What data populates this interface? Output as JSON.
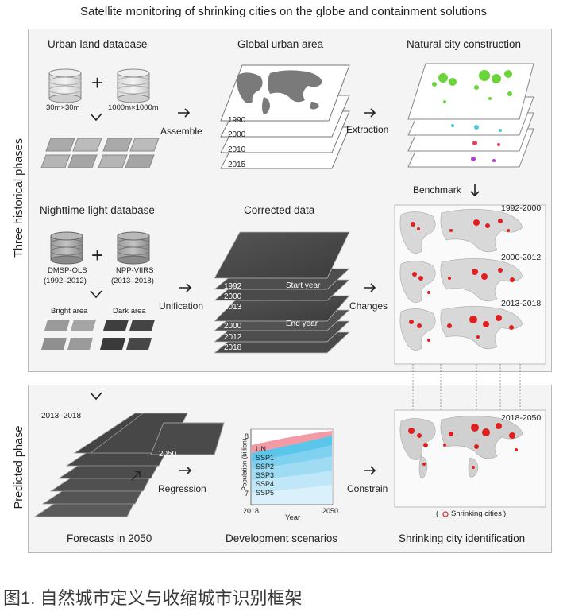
{
  "title": "Satellite monitoring of shrinking cities on the globe and containment solutions",
  "side_labels": {
    "historical": "Three historical phases",
    "predicted": "Predicted phase"
  },
  "urban_land": {
    "heading": "Urban land database",
    "res_fine": "30m×30m",
    "res_coarse": "1000m×1000m"
  },
  "global_urban": {
    "heading": "Global urban area",
    "years": [
      "1990",
      "2000",
      "2010",
      "2015"
    ]
  },
  "natural_city": {
    "heading": "Natural city construction"
  },
  "arrows": {
    "assemble": "Assemble",
    "extraction": "Extraction",
    "benchmark": "Benchmark",
    "unification": "Unification",
    "changes": "Changes",
    "regression": "Regression",
    "constrain": "Constrain"
  },
  "nightlight": {
    "heading": "Nighttime light database",
    "dmsp": "DMSP-OLS",
    "dmsp_years": "(1992–2012)",
    "npp": "NPP-VIIRS",
    "npp_years": "(2013–2018)",
    "bright": "Bright area",
    "dark": "Dark area"
  },
  "corrected": {
    "heading": "Corrected data",
    "start_label": "Start year",
    "end_label": "End year",
    "start_years": [
      "1992",
      "2000",
      "2013"
    ],
    "end_years": [
      "2000",
      "2012",
      "2018"
    ]
  },
  "phases": [
    "1992-2000",
    "2000-2012",
    "2013-2018",
    "2018-2050"
  ],
  "forecast": {
    "period": "2013–2018",
    "target": "2050",
    "heading": "Forecasts in 2050"
  },
  "scenarios": {
    "heading": "Development scenarios",
    "chart_data": {
      "type": "area",
      "x": [
        2018,
        2050
      ],
      "xlabel": "Year",
      "ylabel": "Population (billion)",
      "ytick_labels": [
        "7",
        "8"
      ],
      "xtick_labels": [
        "2018",
        "2050"
      ],
      "series": [
        {
          "name": "UN",
          "color": "#f29aa6"
        },
        {
          "name": "SSP1",
          "color": "#5cc6ea"
        },
        {
          "name": "SSP2",
          "color": "#7fd1ef"
        },
        {
          "name": "SSP3",
          "color": "#9fdcf3"
        },
        {
          "name": "SSP4",
          "color": "#bfe7f7"
        },
        {
          "name": "SSP5",
          "color": "#d9f1fb"
        }
      ]
    }
  },
  "identification": {
    "heading": "Shrinking city identification",
    "legend": "Shrinking cities"
  },
  "caption": "图1. 自然城市定义与收缩城市识别框架"
}
